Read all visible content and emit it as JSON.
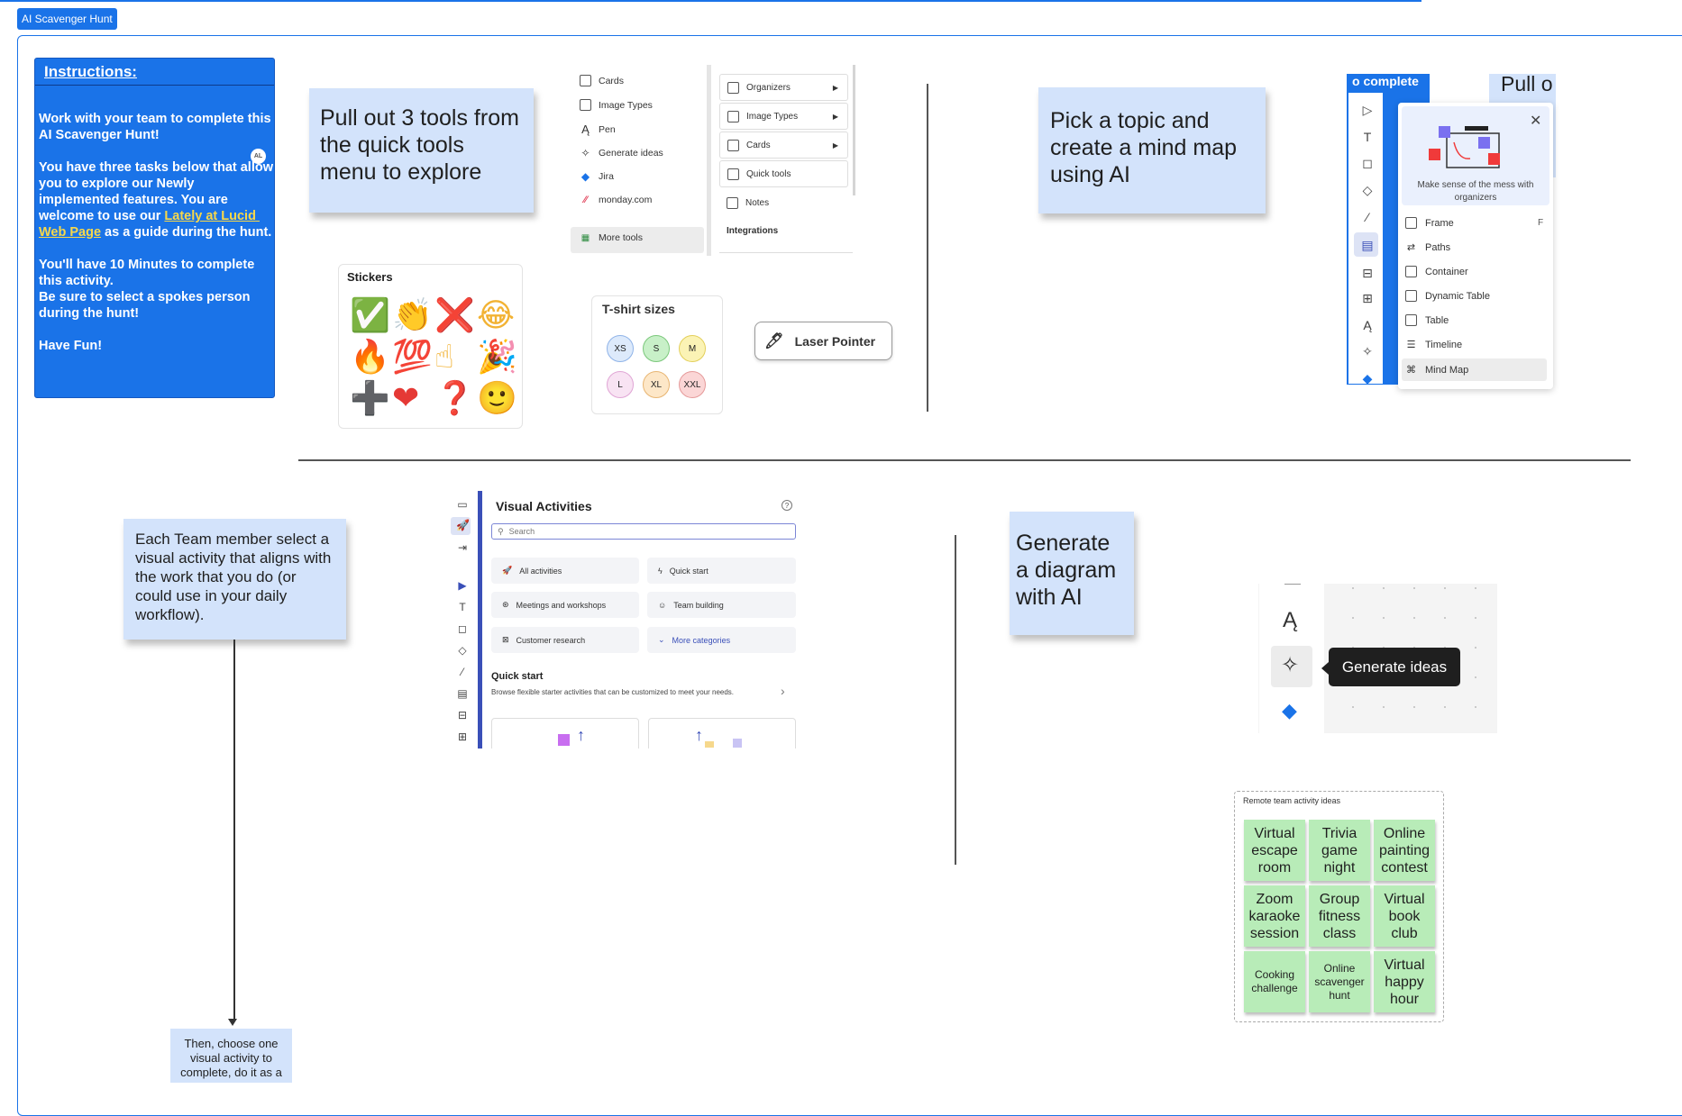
{
  "frame_tag": "AI Scavenger Hunt",
  "instructions": {
    "title": "Instructions:",
    "p1": "Work with your team to complete this AI Scavenger Hunt!",
    "p2_before": "You have three tasks below that allow you to explore our Newly implemented features. You are welcome to use our ",
    "p2_link": "Lately at Lucid Web Page",
    "p2_after": " as a guide during the hunt.",
    "p3": "You'll have 10 Minutes to complete this activity.\nBe sure to select a spokes person during the hunt!",
    "p4": "Have Fun!",
    "avatar": "AL"
  },
  "task1": "Pull out 3 tools from the quick tools menu to explore",
  "task2": "Pick a topic and create a mind map using AI",
  "task3": "Each Team member select a visual activity that aligns with the work that you do (or could use in your daily workflow).",
  "task3_next": "Then, choose one visual activity to complete, do it as a",
  "task4": "Generate a diagram with AI",
  "quick_tools_menu": {
    "items": [
      "Cards",
      "Image Types",
      "Pen",
      "Generate ideas",
      "Jira",
      "monday.com",
      "More tools"
    ],
    "submenu": [
      "Organizers",
      "Image Types",
      "Cards",
      "Quick tools",
      "Notes"
    ],
    "integrations": "Integrations"
  },
  "stickers": {
    "title": "Stickers",
    "emojis": [
      "✅",
      "👏",
      "❌",
      "😂",
      "🔥",
      "💯",
      "☝",
      "🎉",
      "➕",
      "❤",
      "❓",
      "🙂"
    ]
  },
  "tshirt": {
    "title": "T-shirt sizes",
    "sizes": [
      "XS",
      "S",
      "M",
      "L",
      "XL",
      "XXL"
    ]
  },
  "laser_pointer": "Laser Pointer",
  "organizers_panel": {
    "behind_text_1": "o complete",
    "behind_text_2": "Pull o",
    "caption": "Make sense of the mess with organizers",
    "items": [
      "Frame",
      "Paths",
      "Container",
      "Dynamic Table",
      "Table",
      "Timeline",
      "Mind Map"
    ],
    "shortcut": "F"
  },
  "visual_activities": {
    "title": "Visual Activities",
    "search_placeholder": "Search",
    "buttons": [
      "All activities",
      "Quick start",
      "Meetings and workshops",
      "Team building",
      "Customer research",
      "More categories"
    ],
    "section_title": "Quick start",
    "section_desc": "Browse flexible starter activities that can be customized to meet your needs."
  },
  "generate_tooltip": "Generate ideas",
  "remote_ideas": {
    "title": "Remote team activity ideas",
    "notes": [
      "Virtual escape room",
      "Trivia game night",
      "Online painting contest",
      "Zoom karaoke session",
      "Group fitness class",
      "Virtual book club",
      "Cooking challenge",
      "Online scavenger hunt",
      "Virtual happy hour"
    ]
  },
  "colors": {
    "brand_blue": "#1a73e8",
    "sticky_blue": "#d3e3fb",
    "note_green": "#b8ecb8",
    "link_yellow": "#f7d84a"
  }
}
